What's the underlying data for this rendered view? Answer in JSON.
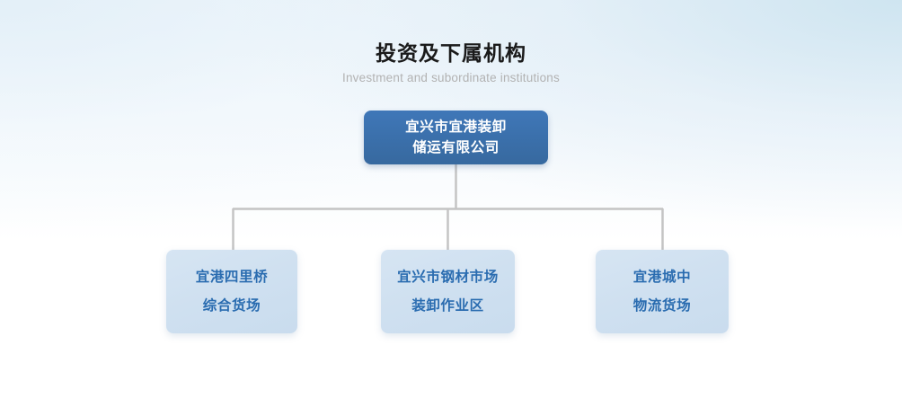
{
  "heading": {
    "title": "投资及下属机构",
    "subtitle": "Investment and subordinate institutions"
  },
  "colors": {
    "root_fill": "#3a72b5",
    "root_text": "#ffffff",
    "child_fill": "#cfe0f0",
    "child_text": "#2a6cb0",
    "connector": "#c4c4c4",
    "title_text": "#1a1a1a",
    "subtitle_text": "#b2b2b2",
    "background_top": "#eaf3f9",
    "background_bottom": "#ffffff"
  },
  "chart_data": {
    "type": "tree",
    "title": "投资及下属机构",
    "subtitle": "Investment and subordinate institutions",
    "orientation": "top-down",
    "levels": 2,
    "root": {
      "id": "root",
      "lines": [
        "宜兴市宜港装卸",
        "储运有限公司"
      ],
      "text": "宜兴市宜港装卸储运有限公司"
    },
    "children": [
      {
        "id": "child-0",
        "lines": [
          "宜港四里桥",
          "综合货场"
        ],
        "text": "宜港四里桥综合货场"
      },
      {
        "id": "child-1",
        "lines": [
          "宜兴市钢材市场",
          "装卸作业区"
        ],
        "text": "宜兴市钢材市场装卸作业区"
      },
      {
        "id": "child-2",
        "lines": [
          "宜港城中",
          "物流货场"
        ],
        "text": "宜港城中物流货场"
      }
    ],
    "edges": [
      {
        "from": "root",
        "to": "child-0"
      },
      {
        "from": "root",
        "to": "child-1"
      },
      {
        "from": "root",
        "to": "child-2"
      }
    ]
  }
}
